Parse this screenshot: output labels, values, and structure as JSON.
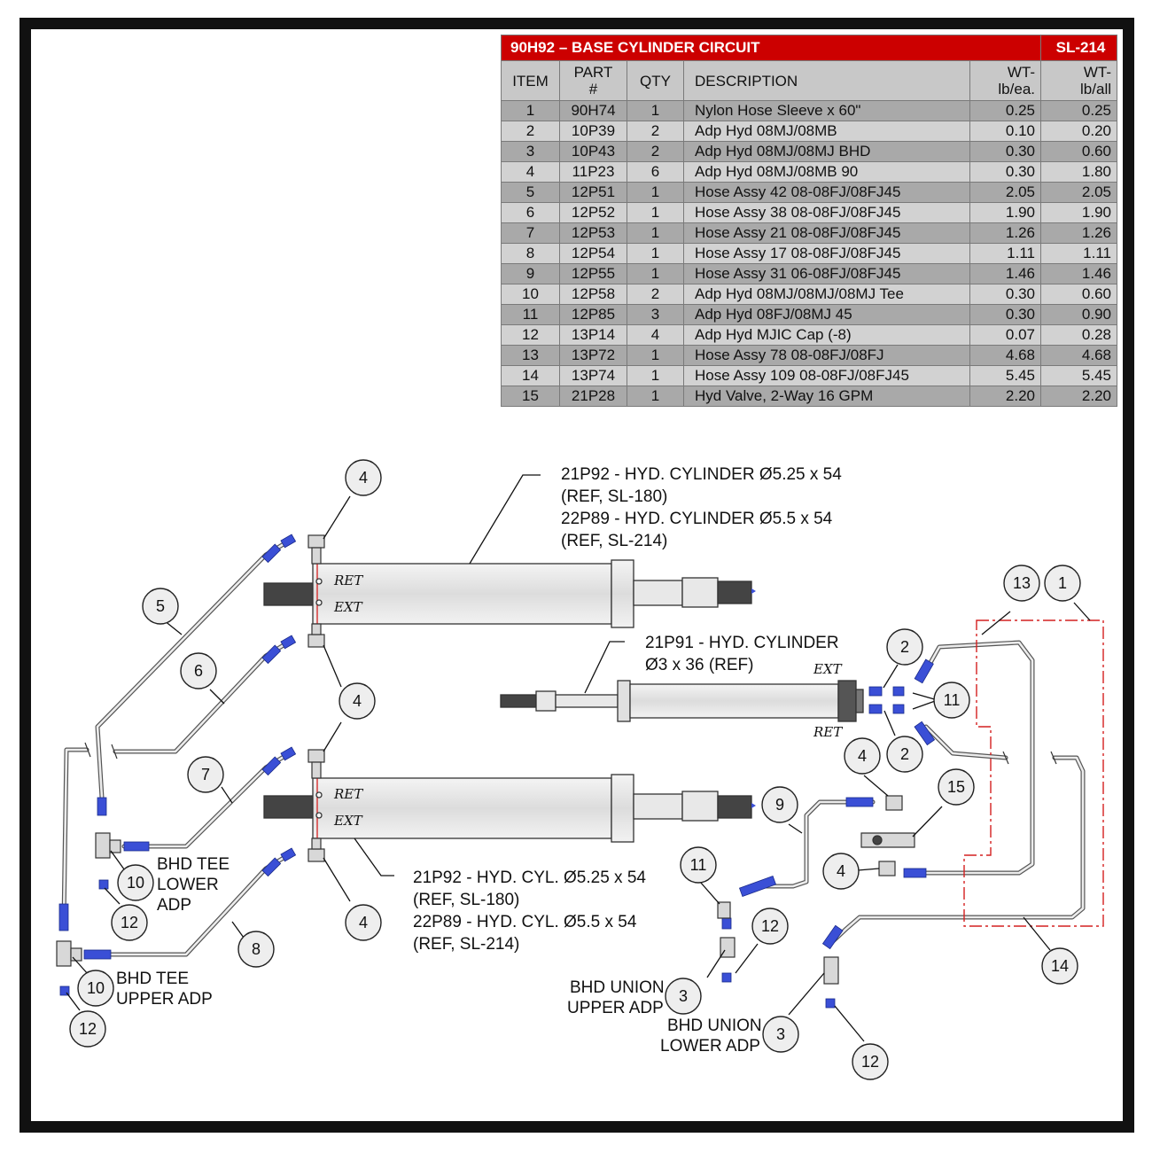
{
  "table": {
    "title": "90H92 – BASE CYLINDER CIRCUIT",
    "sheet": "SL-214",
    "headers": {
      "item": "ITEM",
      "part": "PART\n#",
      "qty": "QTY",
      "description": "DESCRIPTION",
      "wt_ea": "WT-\nlb/ea.",
      "wt_all": "WT-\nlb/all"
    },
    "rows": [
      {
        "item": "1",
        "part": "90H74",
        "qty": "1",
        "desc": "Nylon Hose Sleeve x 60\"",
        "ea": "0.25",
        "all": "0.25"
      },
      {
        "item": "2",
        "part": "10P39",
        "qty": "2",
        "desc": "Adp Hyd 08MJ/08MB",
        "ea": "0.10",
        "all": "0.20"
      },
      {
        "item": "3",
        "part": "10P43",
        "qty": "2",
        "desc": "Adp Hyd 08MJ/08MJ BHD",
        "ea": "0.30",
        "all": "0.60"
      },
      {
        "item": "4",
        "part": "11P23",
        "qty": "6",
        "desc": "Adp Hyd 08MJ/08MB 90",
        "ea": "0.30",
        "all": "1.80"
      },
      {
        "item": "5",
        "part": "12P51",
        "qty": "1",
        "desc": "Hose Assy 42 08-08FJ/08FJ45",
        "ea": "2.05",
        "all": "2.05"
      },
      {
        "item": "6",
        "part": "12P52",
        "qty": "1",
        "desc": "Hose Assy 38 08-08FJ/08FJ45",
        "ea": "1.90",
        "all": "1.90"
      },
      {
        "item": "7",
        "part": "12P53",
        "qty": "1",
        "desc": "Hose Assy 21 08-08FJ/08FJ45",
        "ea": "1.26",
        "all": "1.26"
      },
      {
        "item": "8",
        "part": "12P54",
        "qty": "1",
        "desc": "Hose Assy 17 08-08FJ/08FJ45",
        "ea": "1.11",
        "all": "1.11"
      },
      {
        "item": "9",
        "part": "12P55",
        "qty": "1",
        "desc": "Hose Assy 31 06-08FJ/08FJ45",
        "ea": "1.46",
        "all": "1.46"
      },
      {
        "item": "10",
        "part": "12P58",
        "qty": "2",
        "desc": "Adp Hyd 08MJ/08MJ/08MJ Tee",
        "ea": "0.30",
        "all": "0.60"
      },
      {
        "item": "11",
        "part": "12P85",
        "qty": "3",
        "desc": "Adp Hyd 08FJ/08MJ 45",
        "ea": "0.30",
        "all": "0.90"
      },
      {
        "item": "12",
        "part": "13P14",
        "qty": "4",
        "desc": "Adp Hyd MJIC Cap (-8)",
        "ea": "0.07",
        "all": "0.28"
      },
      {
        "item": "13",
        "part": "13P72",
        "qty": "1",
        "desc": "Hose Assy 78 08-08FJ/08FJ",
        "ea": "4.68",
        "all": "4.68"
      },
      {
        "item": "14",
        "part": "13P74",
        "qty": "1",
        "desc": "Hose Assy 109 08-08FJ/08FJ45",
        "ea": "5.45",
        "all": "5.45"
      },
      {
        "item": "15",
        "part": "21P28",
        "qty": "1",
        "desc": "Hyd Valve, 2-Way 16 GPM",
        "ea": "2.20",
        "all": "2.20"
      }
    ]
  },
  "diagram": {
    "callouts": {
      "top_cylinder": [
        "21P92 - HYD. CYLINDER Ø5.25 x 54",
        "(REF, SL-180)",
        "22P89 - HYD. CYLINDER Ø5.5 x 54",
        "(REF, SL-214)"
      ],
      "small_cylinder": [
        "21P91 - HYD. CYLINDER",
        "Ø3  x 36 (REF)"
      ],
      "bottom_cylinder": [
        "21P92 - HYD. CYL. Ø5.25 x 54",
        "(REF, SL-180)",
        "22P89 - HYD. CYL. Ø5.5 x 54",
        "(REF, SL-214)"
      ],
      "bhd_tee_lower": [
        "BHD TEE",
        "LOWER",
        "ADP"
      ],
      "bhd_tee_upper": [
        "BHD TEE",
        "UPPER ADP"
      ],
      "bhd_union_upper": [
        "BHD UNION",
        "UPPER ADP"
      ],
      "bhd_union_lower": [
        "BHD UNION",
        "LOWER ADP"
      ]
    },
    "port_labels": {
      "ret": "RET",
      "ext": "EXT"
    },
    "bubbles": {
      "b4a": "4",
      "b4b": "4",
      "b4c": "4",
      "b4d": "4",
      "b4e": "4",
      "b4f": "4",
      "b5": "5",
      "b6": "6",
      "b7": "7",
      "b8": "8",
      "b9": "9",
      "b10a": "10",
      "b10b": "10",
      "b11a": "11",
      "b11b": "11",
      "b12a": "12",
      "b12b": "12",
      "b12c": "12",
      "b12d": "12",
      "b13": "13",
      "b1": "1",
      "b2a": "2",
      "b2b": "2",
      "b3a": "3",
      "b3b": "3",
      "b14": "14",
      "b15": "15"
    },
    "colors": {
      "fitting_blue": "#3a4fd6",
      "sleeve_red": "#d42020",
      "title_red": "#cc0000"
    }
  }
}
